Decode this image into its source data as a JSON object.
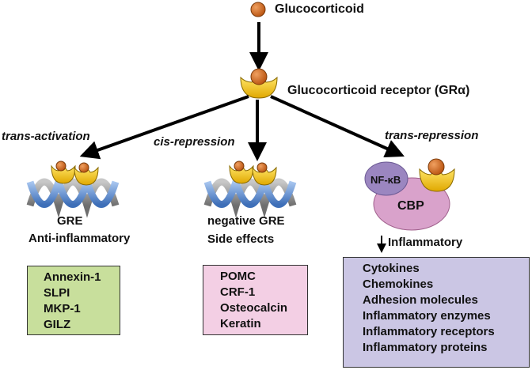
{
  "ligand": {
    "label": "Glucocorticoid"
  },
  "receptor": {
    "label": "Glucocorticoid receptor (GRα)"
  },
  "pathways": {
    "trans_activation": {
      "label": "trans-activation",
      "element": "GRE",
      "effect": "Anti-inflammatory",
      "genes": [
        "Annexin-1",
        "SLPI",
        "MKP-1",
        "GILZ"
      ],
      "direction": "up",
      "box_color": "#c8df9c"
    },
    "cis_repression": {
      "label": "cis-repression",
      "element": "negative GRE",
      "effect": "Side effects",
      "genes": [
        "POMC",
        "CRF-1",
        "Osteocalcin",
        "Keratin"
      ],
      "direction": "down",
      "box_color": "#f3cfe4"
    },
    "trans_repression": {
      "label": "trans-repression",
      "nfkb": "NF-κB",
      "cbp": "CBP",
      "effect": "Inflammatory",
      "genes": [
        "Cytokines",
        "Chemokines",
        "Adhesion molecules",
        "Inflammatory enzymes",
        "Inflammatory receptors",
        "Inflammatory proteins"
      ],
      "direction": "down",
      "box_color": "#cbc6e4"
    }
  },
  "colors": {
    "ligand": "#d2691e",
    "receptor": "#f5c218",
    "dna_blue": "#5b8fd6",
    "dna_gray": "#888888",
    "nfkb": "#9b86c0",
    "cbp": "#d9a2cb"
  }
}
